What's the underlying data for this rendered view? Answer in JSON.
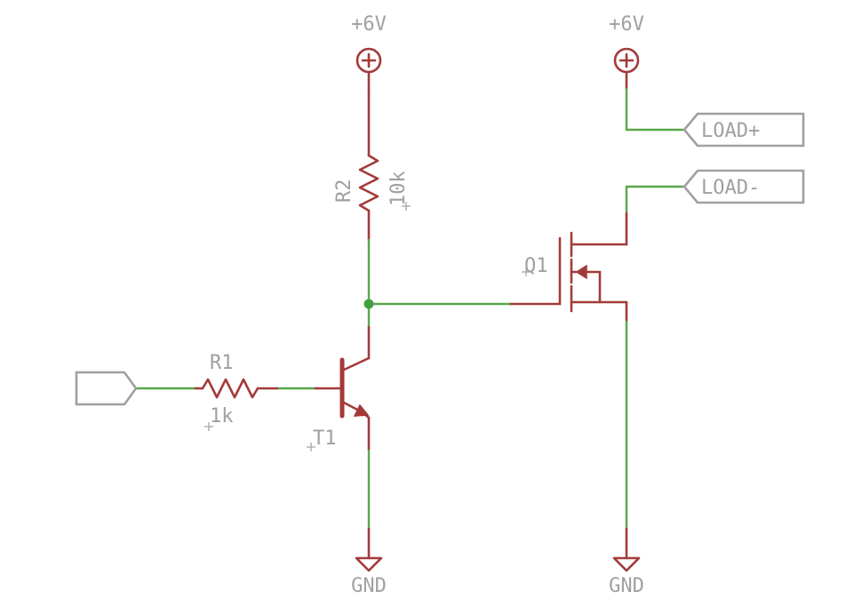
{
  "labels": {
    "supply_left": "+6V",
    "supply_right": "+6V",
    "r2_name": "R2",
    "r2_value": "10k",
    "r1_name": "R1",
    "r1_value": "1k",
    "q1_name": "Q1",
    "t1_name": "T1",
    "load_plus": "LOAD+",
    "load_minus": "LOAD-",
    "gnd_left": "GND",
    "gnd_right": "GND"
  },
  "colors": {
    "wire": "#5aa84a",
    "component": "#a33a3a",
    "label": "#a0a0a0",
    "junction": "#3fa040"
  }
}
